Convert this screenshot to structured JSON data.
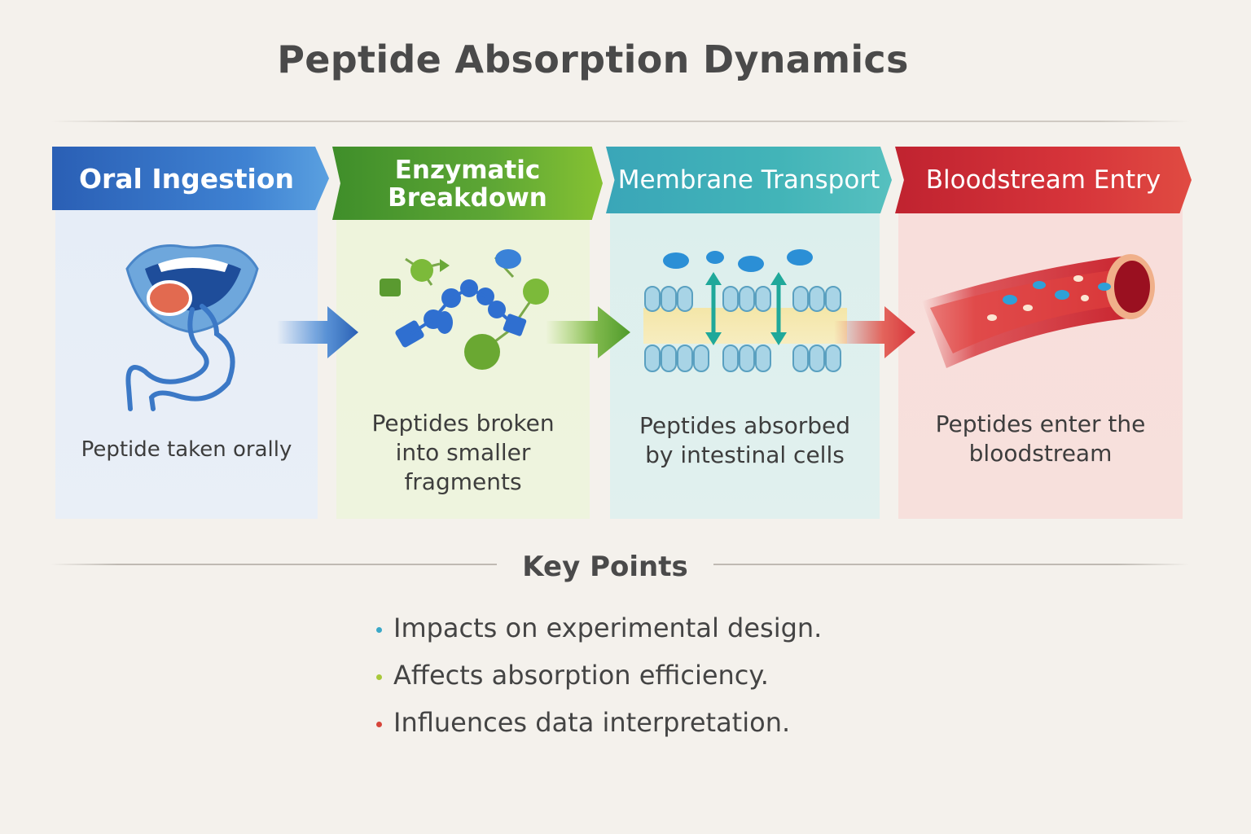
{
  "title": "Peptide Absorption Dynamics",
  "stages": [
    {
      "title": "Oral Ingestion",
      "desc": "Peptide taken orally"
    },
    {
      "title_line1": "Enzymatic",
      "title_line2": "Breakdown",
      "desc_lines": [
        "Peptides broken",
        "into smaller",
        "fragments"
      ]
    },
    {
      "title": "Membrane Transport",
      "desc_lines": [
        "Peptides absorbed",
        "by intestinal cells"
      ]
    },
    {
      "title": "Bloodstream Entry",
      "desc_lines": [
        "Peptides enter the",
        "bloodstream"
      ]
    }
  ],
  "key_points": {
    "title": "Key Points",
    "items": [
      {
        "text": "Impacts on experimental design.",
        "color": "#3aa8c8"
      },
      {
        "text": "Affects absorption efficiency.",
        "color": "#a8c83a"
      },
      {
        "text": "Influences data interpretation.",
        "color": "#d6453a"
      }
    ]
  },
  "colors": {
    "stage1": "#2a5fb5",
    "stage2": "#5ea735",
    "stage3": "#42b4b8",
    "stage4": "#d6343a"
  }
}
